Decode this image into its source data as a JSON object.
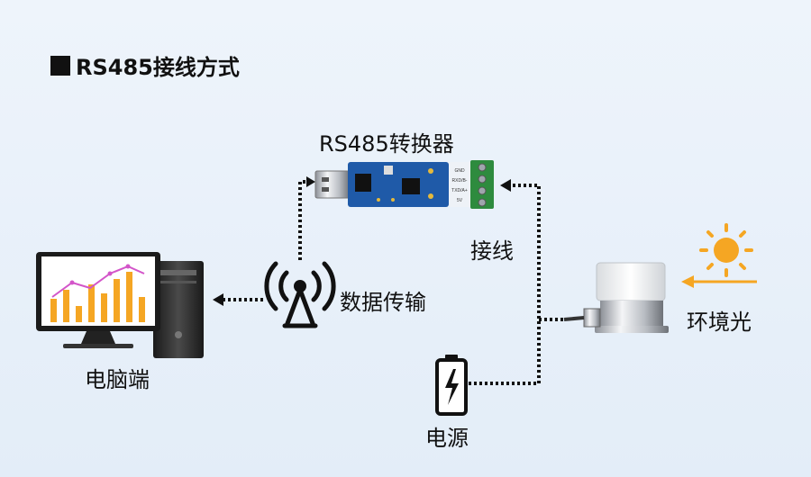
{
  "title": "RS485接线方式",
  "nodes": {
    "converter": "RS485转换器",
    "wiring": "接线",
    "data_transfer": "数据传输",
    "computer": "电脑端",
    "ambient_light": "环境光",
    "power": "电源"
  },
  "converter_pins": [
    "GND",
    "RXD/B-",
    "TXD/A+",
    "5V"
  ],
  "icons": [
    "computer-icon",
    "antenna-icon",
    "usb-rs485-converter-icon",
    "light-sensor-icon",
    "sun-icon",
    "battery-icon"
  ],
  "colors": {
    "accent_orange": "#f5a623",
    "board_blue": "#1f5aa8",
    "terminal_green": "#2e8b3e",
    "line": "#111111"
  }
}
